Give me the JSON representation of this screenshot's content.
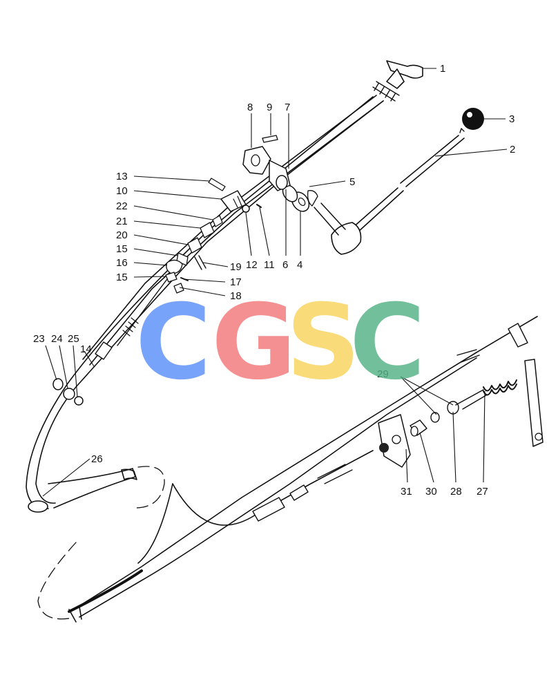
{
  "watermark": {
    "letters": [
      "C",
      "G",
      "S",
      "C"
    ],
    "colors": [
      "#5b8ff9",
      "#f2787a",
      "#f8d45c",
      "#54b386"
    ]
  },
  "labels": {
    "p1": "1",
    "p2": "2",
    "p3": "3",
    "p4": "4",
    "p5": "5",
    "p6": "6",
    "p7": "7",
    "p8": "8",
    "p9": "9",
    "p10": "10",
    "p11": "11",
    "p12": "12",
    "p13": "13",
    "p14": "14",
    "p15a": "15",
    "p15b": "15",
    "p16": "16",
    "p17": "17",
    "p18": "18",
    "p19": "19",
    "p20": "20",
    "p21": "21",
    "p22": "22",
    "p23": "23",
    "p24": "24",
    "p25": "25",
    "p26": "26",
    "p27": "27",
    "p28": "28",
    "p29": "29",
    "p30": "30",
    "p31": "31"
  }
}
